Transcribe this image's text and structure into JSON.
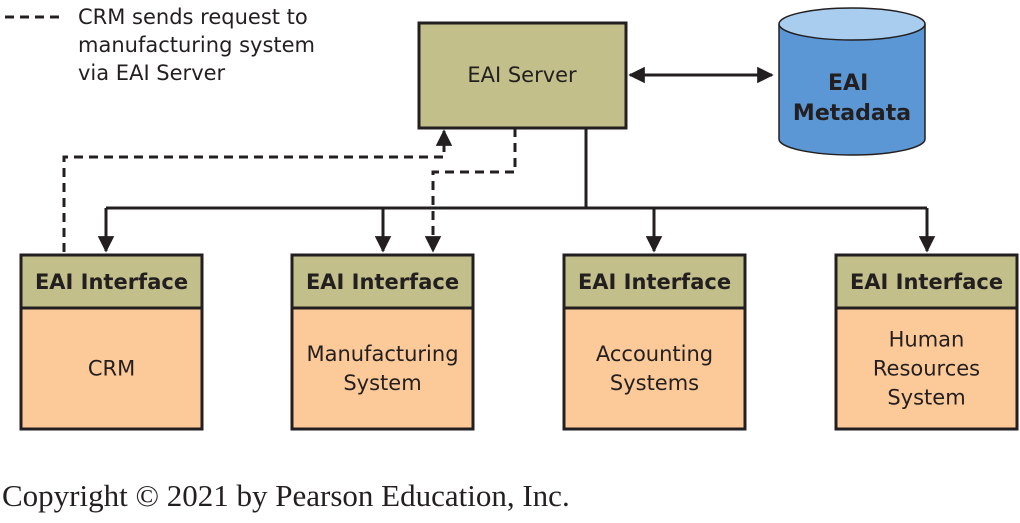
{
  "legend": {
    "lines": [
      "CRM sends request to",
      "manufacturing system",
      "via EAI Server"
    ]
  },
  "server": {
    "label": "EAI Server"
  },
  "metadata": {
    "lines": [
      "EAI",
      "Metadata"
    ]
  },
  "systems": [
    {
      "interface_label": "EAI Interface",
      "name_lines": [
        "CRM"
      ]
    },
    {
      "interface_label": "EAI Interface",
      "name_lines": [
        "Manufacturing",
        "System"
      ]
    },
    {
      "interface_label": "EAI Interface",
      "name_lines": [
        "Accounting",
        "Systems"
      ]
    },
    {
      "interface_label": "EAI Interface",
      "name_lines": [
        "Human",
        "Resources",
        "System"
      ]
    }
  ],
  "colors": {
    "server_fill": "#c2bf8a",
    "interface_fill": "#c2bf8a",
    "system_fill": "#fcc999",
    "db_fill": "#5b97d4",
    "db_top": "#a8cdef",
    "line": "#231f20"
  },
  "copyright": "Copyright © 2021 by Pearson Education, Inc."
}
